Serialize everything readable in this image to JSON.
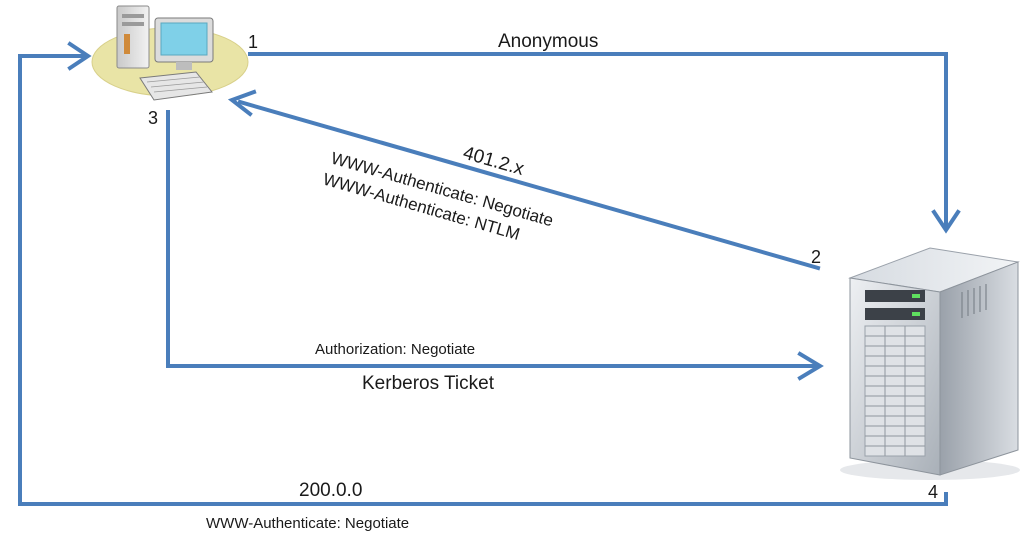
{
  "steps": {
    "step1": {
      "number": "1",
      "label": "Anonymous"
    },
    "step2": {
      "number": "2",
      "status": "401.2.x",
      "header1": "WWW-Authenticate:  Negotiate",
      "header2": "WWW-Authenticate:  NTLM"
    },
    "step3": {
      "number": "3",
      "header": "Authorization:  Negotiate",
      "label": "Kerberos Ticket"
    },
    "step4": {
      "number": "4",
      "status": "200.0.0",
      "header": "WWW-Authenticate:  Negotiate"
    }
  },
  "colors": {
    "arrow": "#4a7ebb",
    "text": "#1a1a1a",
    "client_pad": "#e9e4a6",
    "monitor_screen": "#7fd0e8",
    "server_body": "#b8bec6"
  },
  "icons": {
    "client": "client-computer-icon",
    "server": "server-tower-icon"
  }
}
